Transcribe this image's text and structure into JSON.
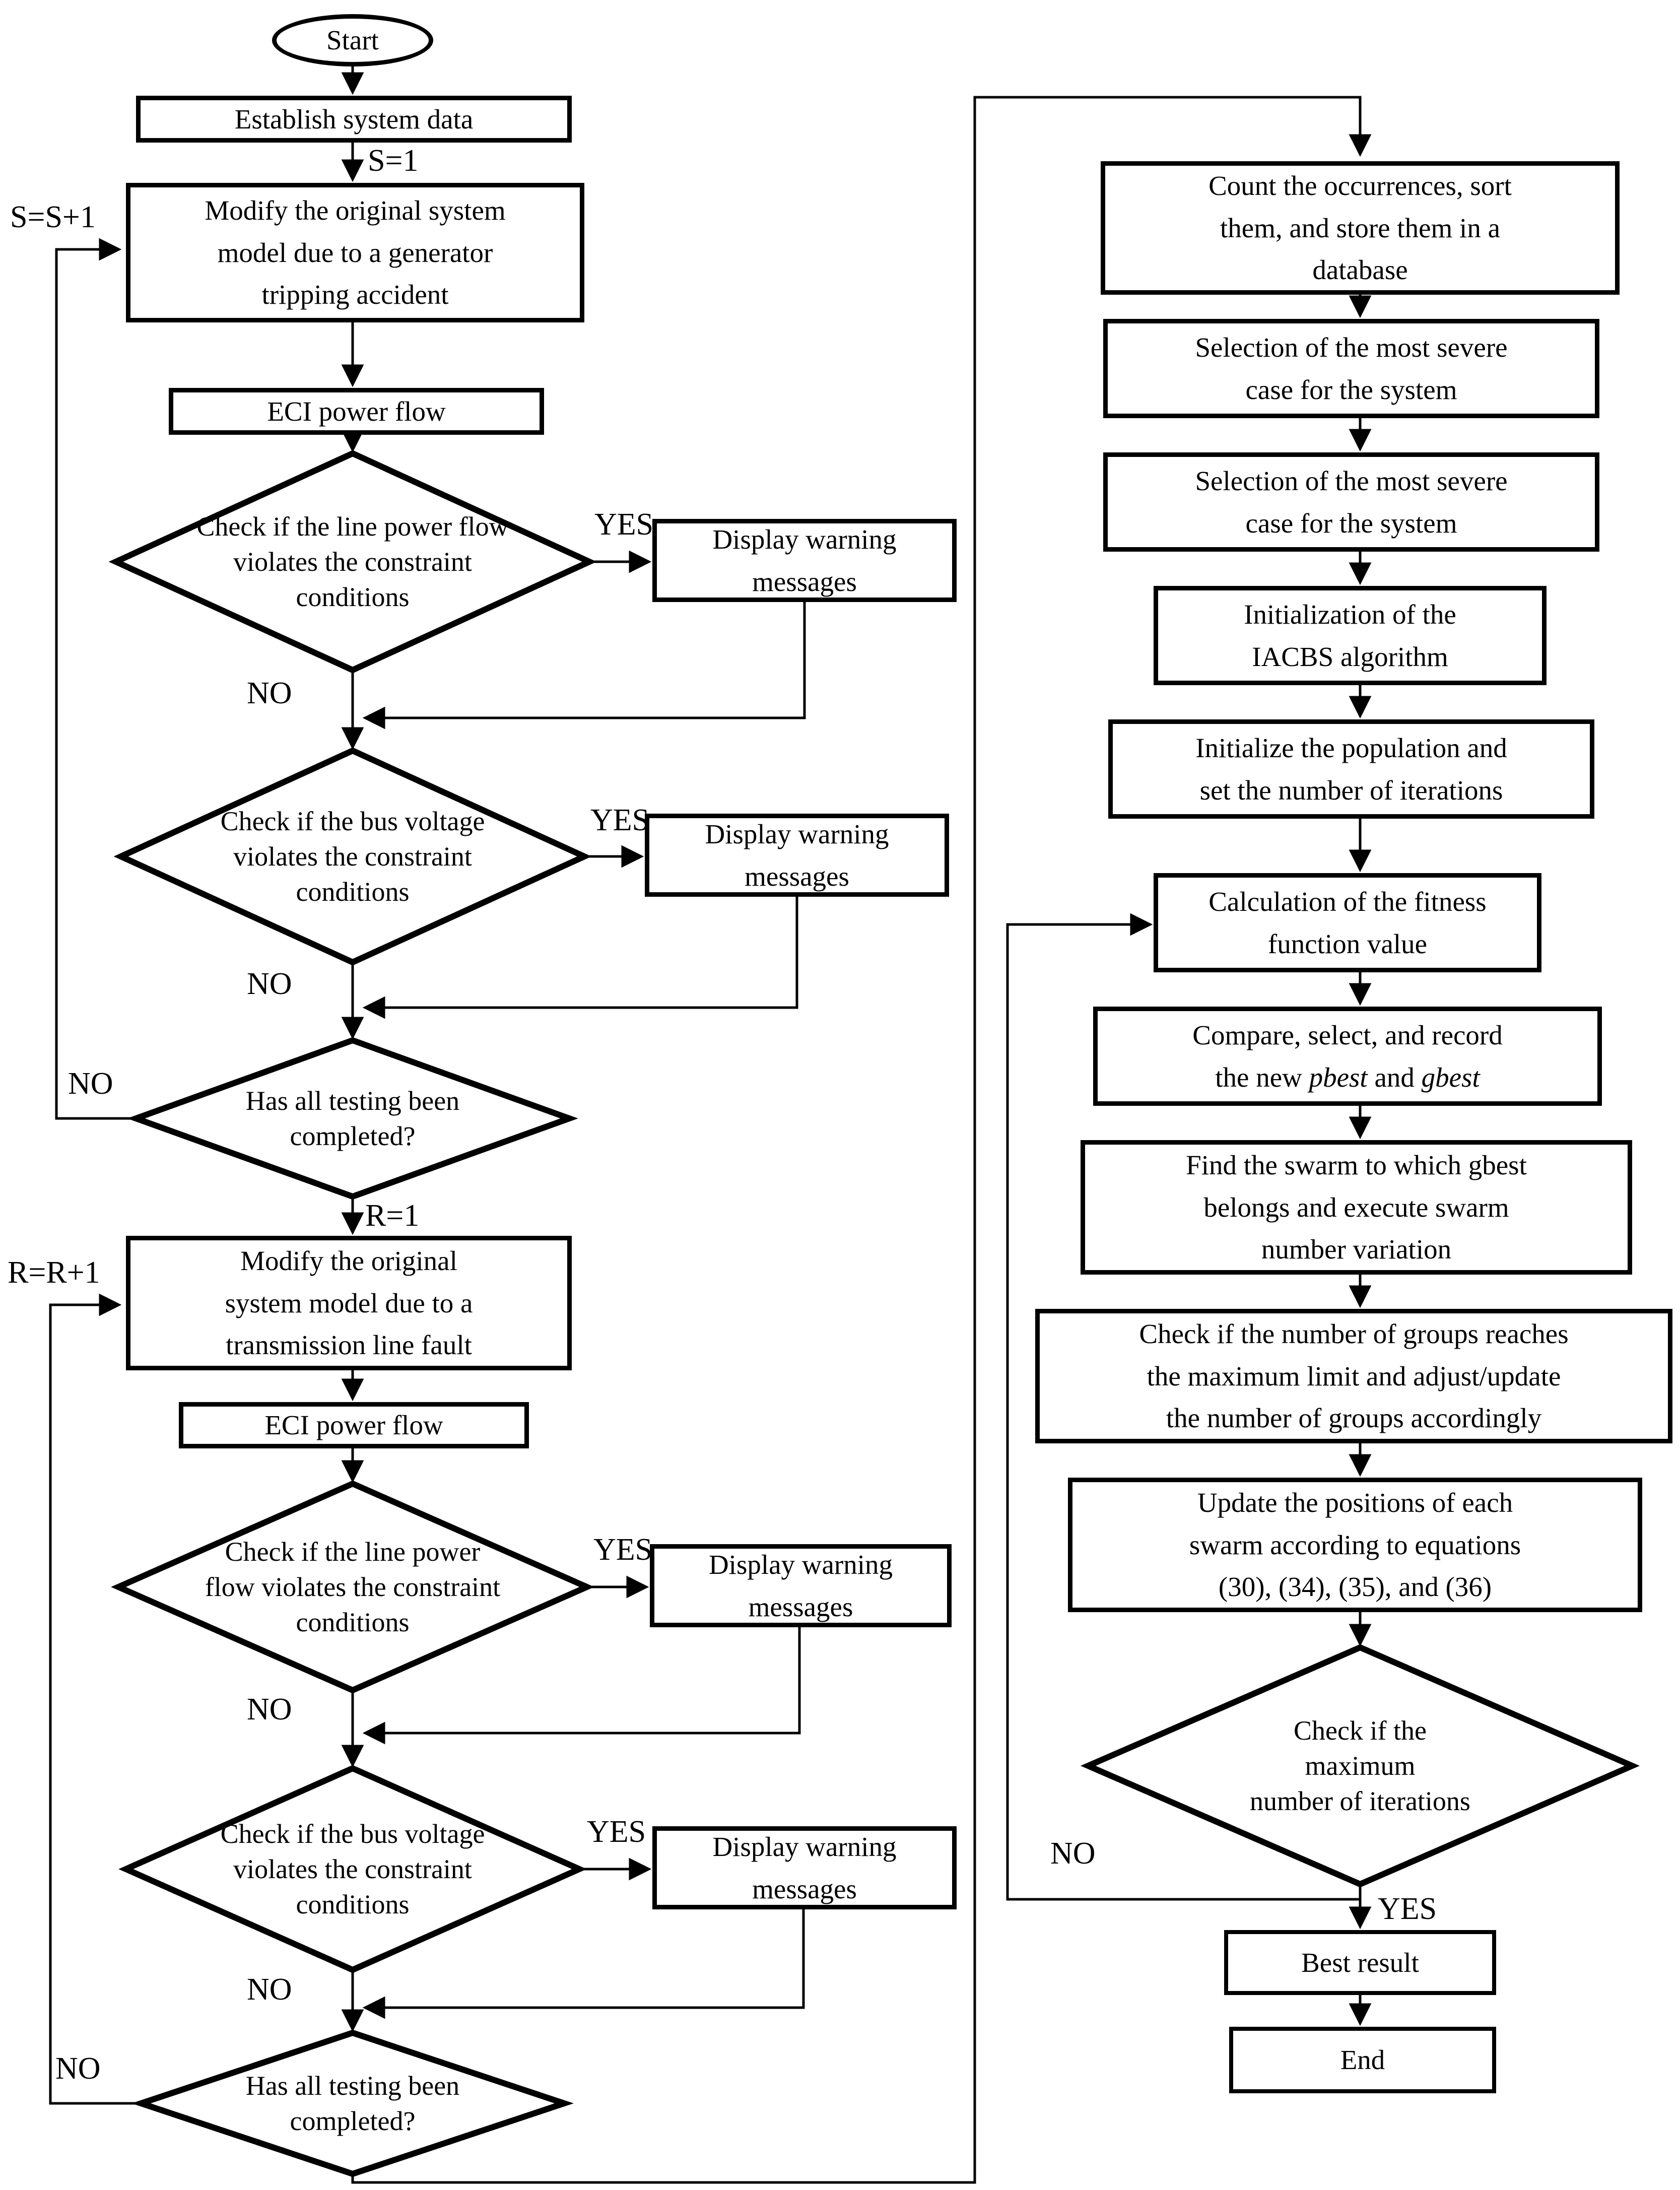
{
  "colors": {
    "ink": "#000000",
    "background": "#ffffff"
  },
  "nodes": {
    "start": {
      "label": "Start"
    },
    "establish": {
      "label": "Establish system data"
    },
    "modify_generator": {
      "lines": [
        "Modify the original system",
        "model due to a generator",
        "tripping accident"
      ]
    },
    "eci_power_flow_1": {
      "label": "ECI power flow"
    },
    "check_line_power_1": {
      "lines": [
        "Check if the line power flow",
        "violates the constraint",
        "conditions"
      ]
    },
    "warn_1": {
      "lines": [
        "Display warning",
        "messages"
      ]
    },
    "check_bus_voltage_1": {
      "lines": [
        "Check if the bus voltage",
        "violates the constraint",
        "conditions"
      ]
    },
    "warn_2": {
      "lines": [
        "Display warning",
        "messages"
      ]
    },
    "testing_complete_1": {
      "lines": [
        "Has all testing been",
        "completed?"
      ]
    },
    "modify_transmission": {
      "lines": [
        "Modify the original",
        "system model due to a",
        "transmission line fault"
      ]
    },
    "eci_power_flow_2": {
      "label": "ECI power flow"
    },
    "check_line_power_2": {
      "lines": [
        "Check if the line power",
        "flow violates the constraint",
        "conditions"
      ]
    },
    "warn_3": {
      "lines": [
        "Display warning",
        "messages"
      ]
    },
    "check_bus_voltage_2": {
      "lines": [
        "Check if the bus voltage",
        "violates the constraint",
        "conditions"
      ]
    },
    "warn_4": {
      "lines": [
        "Display warning",
        "messages"
      ]
    },
    "testing_complete_2": {
      "lines": [
        "Has all testing been",
        "completed?"
      ]
    },
    "count_occurrences": {
      "lines": [
        "Count the occurrences, sort",
        "them, and store them in a",
        "database"
      ]
    },
    "select_severe_1": {
      "lines": [
        "Selection of the most severe",
        "case for the system"
      ]
    },
    "select_severe_2": {
      "lines": [
        "Selection of the most severe",
        "case for the system"
      ]
    },
    "init_iacbs": {
      "lines": [
        "Initialization of the",
        "IACBS algorithm"
      ]
    },
    "init_population": {
      "lines": [
        "Initialize the population and",
        "set the number of iterations"
      ]
    },
    "calc_fitness": {
      "lines": [
        "Calculation of the fitness",
        "function value"
      ]
    },
    "compare_record": {
      "line1": "Compare, select, and record",
      "line2": {
        "pre": "the new ",
        "i1": "pbest",
        "mid": " and ",
        "i2": "gbest"
      }
    },
    "find_swarm": {
      "lines": [
        "Find the swarm to which gbest",
        "belongs and execute swarm",
        "number variation"
      ]
    },
    "check_groups": {
      "lines": [
        "Check if the number of groups reaches",
        "the maximum limit and adjust/update",
        "the number of groups accordingly"
      ]
    },
    "update_positions": {
      "lines": [
        "Update the positions of each",
        "swarm according to equations",
        "(30), (34), (35), and (36)"
      ]
    },
    "check_max_iter": {
      "lines": [
        "Check if the",
        "maximum",
        "number of iterations"
      ]
    },
    "best_result": {
      "label": "Best result"
    },
    "end": {
      "label": "End"
    }
  },
  "labels": {
    "yes": "YES",
    "no": "NO",
    "s1": "S=1",
    "s_inc": "S=S+1",
    "r1": "R=1",
    "r_inc": "R=R+1"
  }
}
